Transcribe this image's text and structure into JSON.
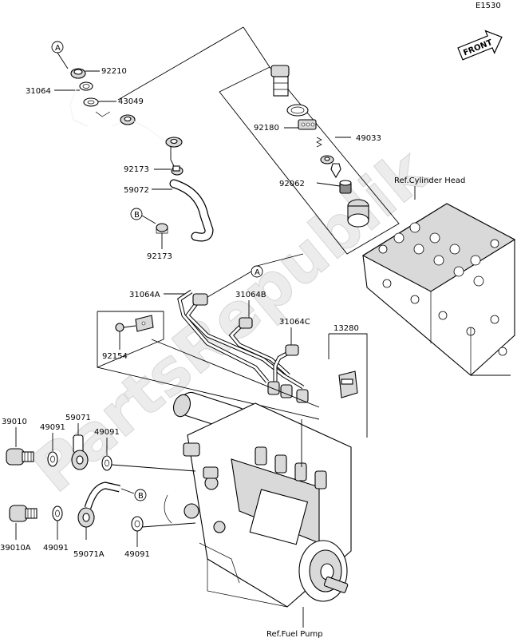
{
  "diagram_code": "E1530",
  "front_indicator": "FRONT",
  "watermark": "PartsRepublik",
  "references": {
    "cylinder_head": "Ref.Cylinder Head",
    "fuel_pump": "Ref.Fuel Pump"
  },
  "callout_markers": {
    "a": "A",
    "b": "B"
  },
  "part_labels": {
    "p92210": "92210",
    "p31064": "31064",
    "p43049": "43049",
    "p92173_top": "92173",
    "p59072": "59072",
    "p92173_bottom": "92173",
    "p92180": "92180",
    "p49033": "49033",
    "p92062": "92062",
    "p31064A": "31064A",
    "p31064B": "31064B",
    "p31064C": "31064C",
    "p13280": "13280",
    "p92154": "92154",
    "p39010": "39010",
    "p49091_a": "49091",
    "p59071": "59071",
    "p49091_b": "49091",
    "p39010A": "39010A",
    "p49091_c": "49091",
    "p59071A": "59071A",
    "p49091_d": "49091"
  }
}
